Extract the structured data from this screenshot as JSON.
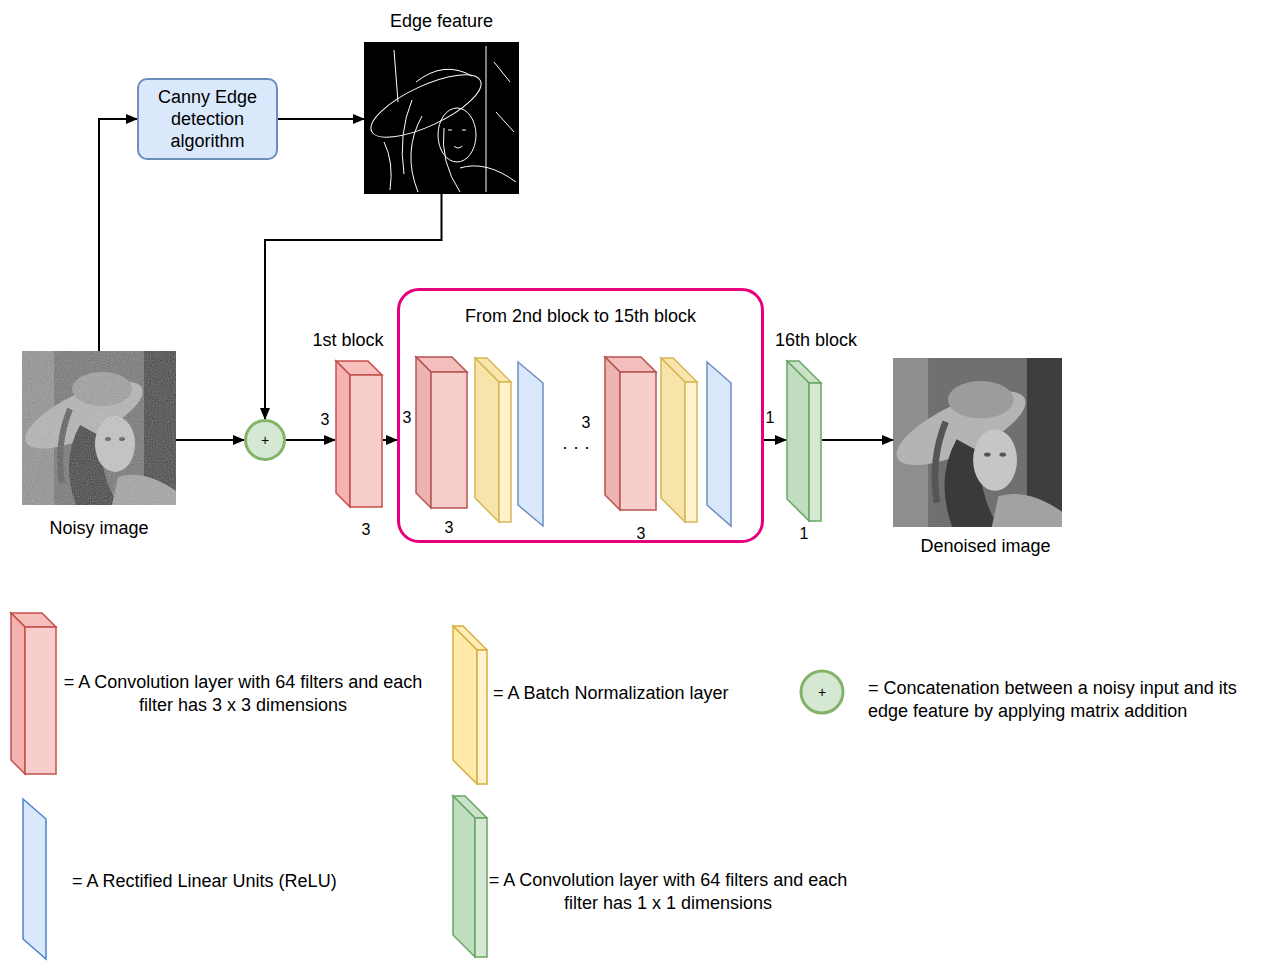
{
  "diagram": {
    "nodes": [
      {
        "text": [
          "Canny Edge detection algorithm"
        ]
      },
      {
        "text": [
          "Edge feature"
        ]
      },
      {
        "text": [
          "Noisy image"
        ]
      },
      {
        "text": [
          "+"
        ]
      },
      {
        "text": [
          "1st block"
        ]
      },
      {
        "text": [
          "From 2nd block to 15th block"
        ]
      },
      {
        "text": [
          "16th block"
        ]
      },
      {
        "text": [
          "Denoised image"
        ]
      }
    ],
    "edges": [
      {
        "from": 2,
        "to": 0,
        "arrow": "to"
      },
      {
        "from": 0,
        "to": 1,
        "arrow": "to"
      },
      {
        "from": 1,
        "to": 3,
        "arrow": "to"
      },
      {
        "from": 2,
        "to": 3,
        "arrow": "to"
      },
      {
        "from": 3,
        "to": 4,
        "arrow": "to"
      },
      {
        "from": 4,
        "to": 5,
        "arrow": "to"
      },
      {
        "from": 5,
        "to": 6,
        "arrow": "to"
      },
      {
        "from": 6,
        "to": 7,
        "arrow": "to"
      }
    ],
    "labels": [
      "3",
      "3",
      "3",
      "3",
      "· · ·",
      "3",
      "3",
      "1",
      "1",
      "+"
    ],
    "legend": [
      {
        "text": "= A Convolution layer with 64 filters and each filter has 3 x 3 dimensions",
        "color": "#f8cecc"
      },
      {
        "text": "= A Batch Normalization layer",
        "color": "#fff2cc"
      },
      {
        "text": "= Concatenation between a noisy input and its edge feature by applying matrix addition"
      },
      {
        "text": "= A Rectified Linear Units (ReLU)",
        "color": "#dae8fc"
      },
      {
        "text": "= A Convolution layer with 64 filters and each filter has 1 x 1 dimensions",
        "color": "#d5e8d4"
      }
    ]
  }
}
